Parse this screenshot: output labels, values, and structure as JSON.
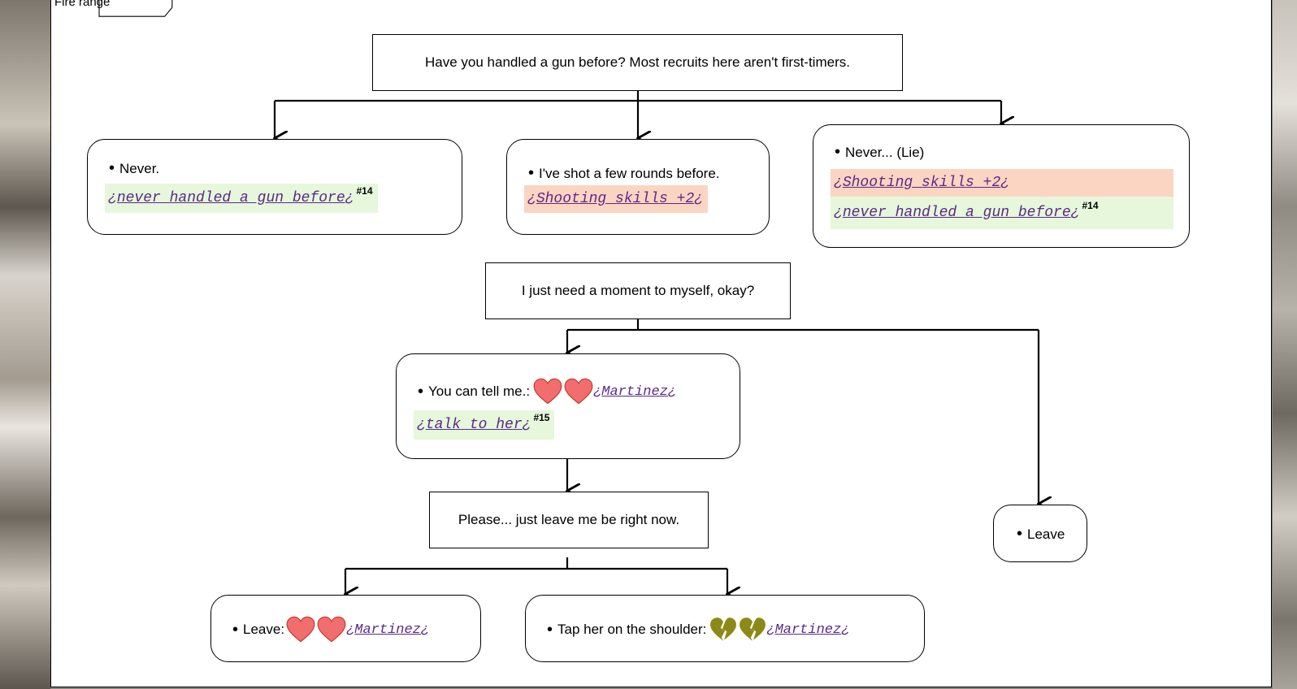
{
  "frame": {
    "title": "Fire range"
  },
  "nodes": {
    "q1": "Have you handled a gun before? Most recruits here aren't first-timers.",
    "a1": {
      "text": "Never.",
      "tag_text": "never handled a gun before",
      "tag_ref": "#14"
    },
    "a2": {
      "text": "I've shot a few rounds before.",
      "tag_text": "Shooting skills +2"
    },
    "a3": {
      "text": "Never... (Lie)",
      "tag1_text": "Shooting skills +2",
      "tag2_text": "never handled a gun before",
      "tag2_ref": "#14"
    },
    "q2": "I just need a moment to myself, okay?",
    "a4": {
      "text": "You can tell me.:",
      "name": "Martinez",
      "tag_text": "talk to her",
      "tag_ref": "#15"
    },
    "q3": "Please... just leave me be right now.",
    "a5": {
      "text": "Leave"
    },
    "a6": {
      "text": "Leave:",
      "name": "Martinez"
    },
    "a7": {
      "text": "Tap her on the shoulder:",
      "name": "Martinez"
    }
  },
  "markers": {
    "open": "¿",
    "close": "¿"
  },
  "icons": {
    "heart": "heart-icon",
    "broken_heart": "broken-heart-icon"
  },
  "colors": {
    "heart": "#f26d6d",
    "broken_heart": "#8b8a18",
    "tag_green": "#e6f7dc",
    "tag_red": "#fbd5c2",
    "link": "#5b2a86"
  }
}
